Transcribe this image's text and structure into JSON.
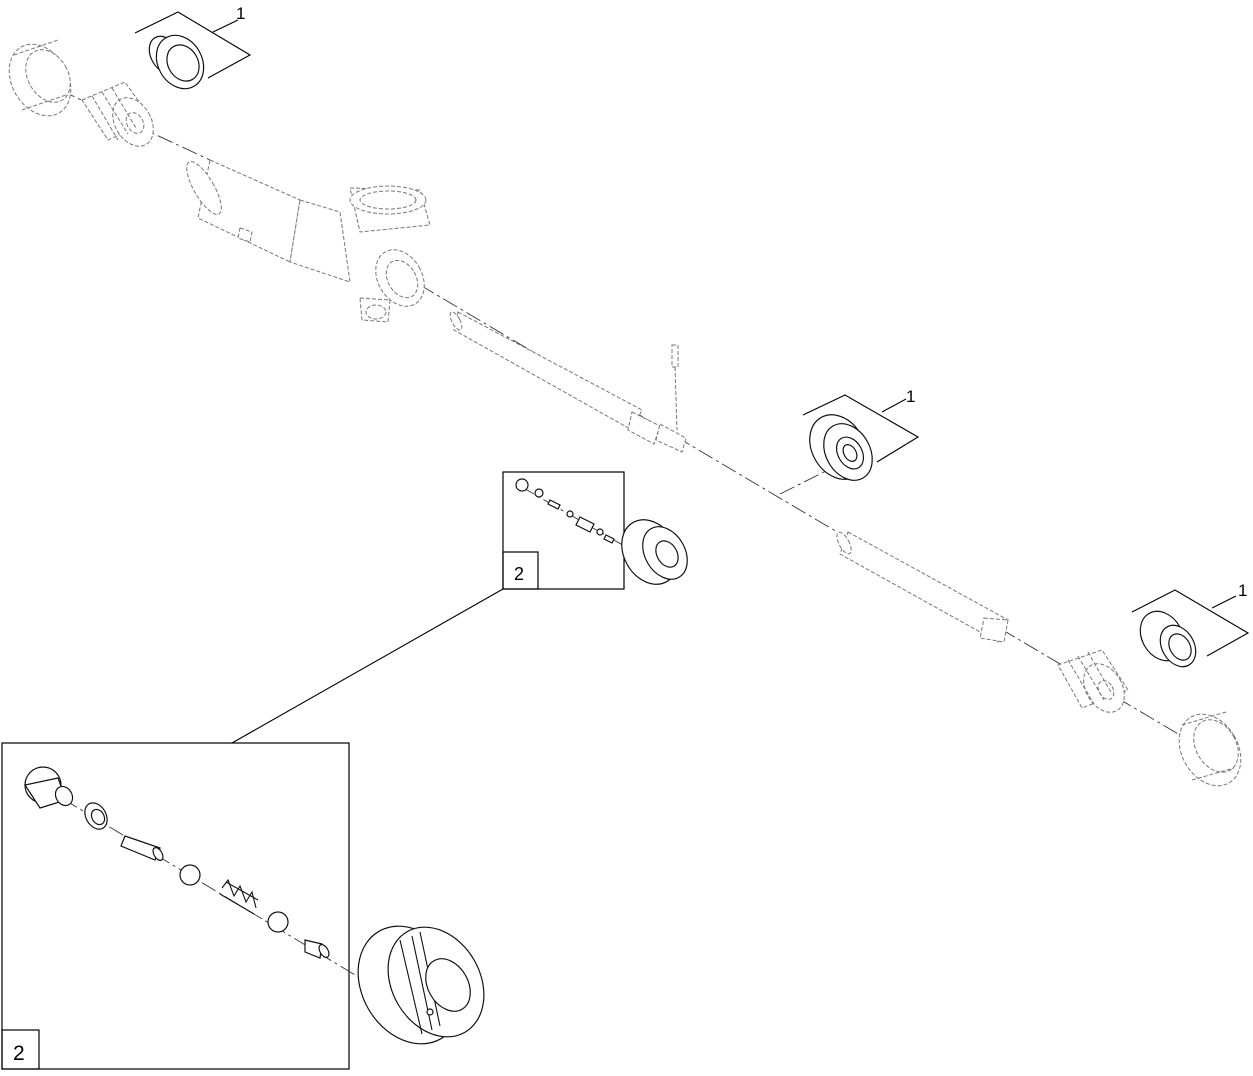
{
  "diagram": {
    "callouts": {
      "seal_kit_top": "1",
      "seal_kit_middle": "1",
      "seal_kit_right": "1",
      "detail_small": "2",
      "detail_large": "2"
    }
  }
}
